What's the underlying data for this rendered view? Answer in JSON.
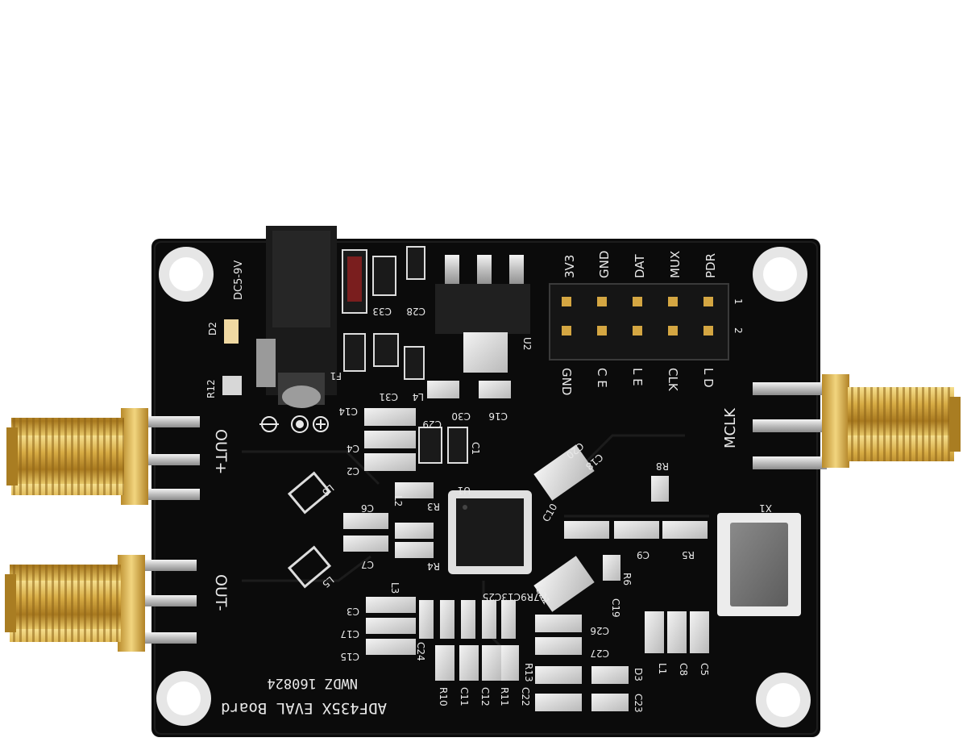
{
  "board": {
    "title": "ADF435X EVAL Board",
    "version": "NWDZ 160824",
    "power_label": "DC5-9V"
  },
  "connectors": {
    "out_plus": "OUT+",
    "out_minus": "OUT-",
    "mclk": "MCLK"
  },
  "header_pins": {
    "top": [
      "3V3",
      "GND",
      "DAT",
      "MUX",
      "PDR"
    ],
    "bottom": [
      "GND",
      "C E",
      "L E",
      "CLK",
      "L D"
    ],
    "row_marks": [
      "1",
      "2"
    ]
  },
  "designators": {
    "d2": "D2",
    "r12": "R12",
    "f1": "F1",
    "c33": "C33",
    "c28": "C28",
    "u2": "U2",
    "c31": "C31",
    "l4": "L4",
    "c30": "C30",
    "c16": "C16",
    "c14": "C14",
    "c29": "C29",
    "c4": "C4",
    "c2": "C2",
    "c1": "C1",
    "c6": "C6",
    "l2": "L2",
    "r3": "R3",
    "u1": "U1",
    "c20": "C20",
    "c18": "C18",
    "r8": "R8",
    "x1": "X1",
    "c10": "C10",
    "c9": "C9",
    "r5": "R5",
    "r6": "R6",
    "c19": "C19",
    "c21": "C21",
    "c7": "C7",
    "r4": "R4",
    "l3": "L3",
    "r7r9c13c25": "R7R9C13C25",
    "c3": "C3",
    "c17": "C17",
    "c15": "C15",
    "c24": "C24",
    "c26": "C26",
    "c27": "C27",
    "r13": "R13",
    "d3": "D3",
    "l1": "L1",
    "c8": "C8",
    "c5": "C5",
    "r10": "R10",
    "c11": "C11",
    "c12": "C12",
    "r11": "R11",
    "c22": "C22",
    "c23": "C23",
    "l6": "L6",
    "l5": "L5"
  },
  "colors": {
    "pcb": "#0b0b0b",
    "silkscreen": "#e9e9e9",
    "gold": "#c9a23a",
    "pad": "#d8d8d8"
  }
}
